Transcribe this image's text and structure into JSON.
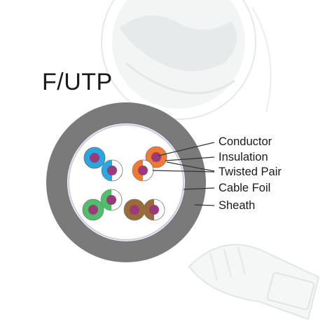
{
  "title": "F/UTP",
  "labels": {
    "conductor": "Conductor",
    "insulation": "Insulation",
    "twisted_pair": "Twisted Pair",
    "cable_foil": "Cable Foil",
    "sheath": "Sheath"
  },
  "colors": {
    "sheath": "#7a7a7a",
    "foil_ring": "#c9cbe0",
    "conductor": "#9a3a78",
    "blue": "#2aa6e0",
    "orange": "#f07a32",
    "green": "#4fbf6a",
    "brown": "#9a6a3a",
    "watermark": "#e3e6e6"
  },
  "pairs": [
    {
      "name": "blue",
      "solid": "blue"
    },
    {
      "name": "orange",
      "solid": "orange"
    },
    {
      "name": "green",
      "solid": "green"
    },
    {
      "name": "brown",
      "solid": "brown"
    }
  ]
}
